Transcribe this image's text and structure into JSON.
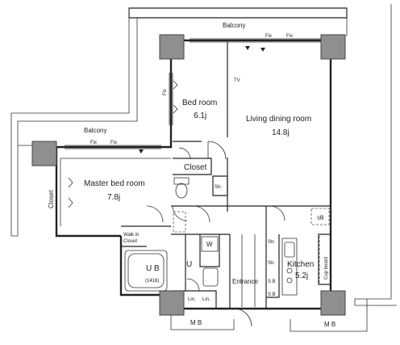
{
  "labels": {
    "balcony_top": "Balcony",
    "balcony_left": "Balcony",
    "fix_1": "Fix",
    "fix_2": "Fix",
    "fix_3": "Fix",
    "fix_4": "Fix",
    "fix_side": "Fix",
    "tv": "TV",
    "bedroom_name": "Bed room",
    "bedroom_area": "6.1j",
    "living_name": "Living dining room",
    "living_area": "14.8j",
    "master_name": "Master bed room",
    "master_area": "7.8j",
    "closet_mid": "Closet",
    "closet_left": "Closet",
    "str_1": "Str.",
    "str_2": "Str.",
    "str_3": "Str.",
    "str_4": "Str.",
    "walk_in": "Walk in",
    "walk_in_2": "Closet",
    "ub": "U B",
    "ub_size": "(1418)",
    "u": "U",
    "w": "W",
    "lin_1": "Lin.",
    "lin_2": "Lin.",
    "sb_1": "S B",
    "sb_2": "S B",
    "entrance": "Entrance",
    "kitchen_name": "Kitchen",
    "kitchen_area": "5.2j",
    "cup_board": "Cup board",
    "r": "R",
    "mb_left": "M B",
    "mb_right": "M B"
  },
  "colors": {
    "wall": "#222222",
    "pillar": "#8f8f8f",
    "background": "#ffffff"
  }
}
